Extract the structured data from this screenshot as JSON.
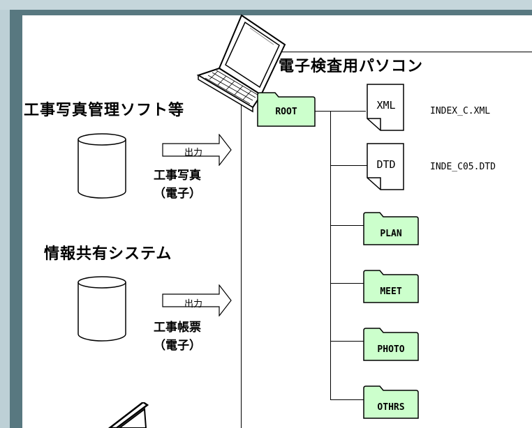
{
  "pc_title": "電子検査用パソコン",
  "left": {
    "photo_software": {
      "title": "工事写真管理ソフト等",
      "arrow_label": "出力",
      "output_label_line1": "工事写真",
      "output_label_line2": "（電子）"
    },
    "info_system": {
      "title": "情報共有システム",
      "arrow_label": "出力",
      "output_label_line1": "工事帳票",
      "output_label_line2": "（電子）"
    }
  },
  "tree": {
    "root": "ROOT",
    "files": [
      {
        "type": "XML",
        "filename": "INDEX_C.XML"
      },
      {
        "type": "DTD",
        "filename": "INDE_C05.DTD"
      }
    ],
    "folders": [
      "PLAN",
      "MEET",
      "PHOTO",
      "OTHRS"
    ]
  },
  "colors": {
    "folder_fill": "#ccffcc",
    "frame": "#587880",
    "background": "#ffffff"
  }
}
